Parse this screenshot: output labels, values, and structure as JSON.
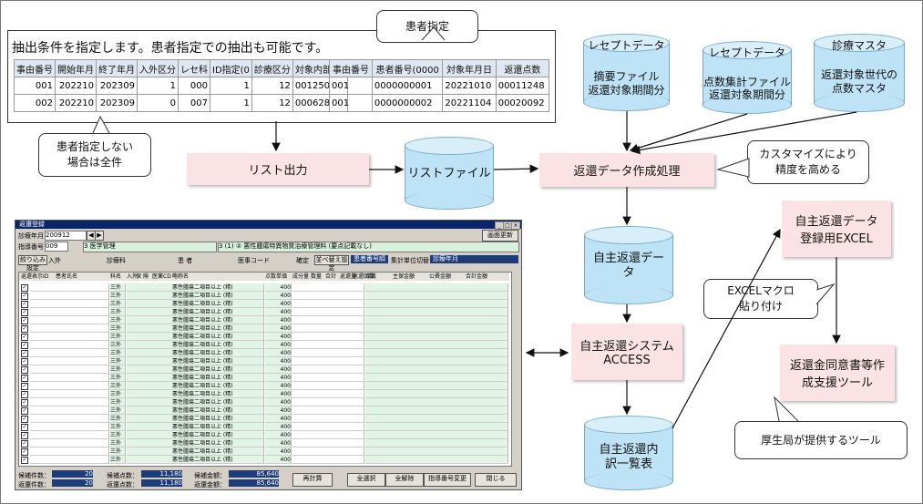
{
  "criteria": {
    "title": "抽出条件を指定します。患者指定での抽出も可能です。",
    "headers": [
      "事由番号",
      "開始年月",
      "終了年月",
      "入外区分",
      "レセ科",
      "ID指定(0",
      "診療区分",
      "対象内部CD"
    ],
    "rows": [
      [
        "001",
        "202210",
        "202309",
        "1",
        "000",
        "1",
        "12",
        "001250"
      ],
      [
        "002",
        "202210",
        "202309",
        "0",
        "007",
        "1",
        "12",
        "000628"
      ]
    ]
  },
  "patient": {
    "callout": "患者指定",
    "headers": [
      "事由番号",
      "患者番号(0000",
      "対象年月日",
      "返還点数"
    ],
    "rows": [
      [
        "001",
        "0000000001",
        "20221010",
        "00011248"
      ],
      [
        "001",
        "0000000002",
        "20221104",
        "00020092"
      ]
    ]
  },
  "callouts": {
    "no_patient_l1": "患者指定しない",
    "no_patient_l2": "場合は全件",
    "customize_l1": "カスタマイズにより",
    "customize_l2": "精度を高める",
    "excel_macro_l1": "EXCELマクロ",
    "excel_macro_l2": "貼り付け",
    "mhlw_tool": "厚生局が提供するツール"
  },
  "cylinders": {
    "rece1_title": "レセプトデータ",
    "rece1_l1": "摘要ファイル",
    "rece1_l2": "返還対象期間分",
    "rece2_title": "レセプトデータ",
    "rece2_l1": "点数集計ファイル",
    "rece2_l2": "返還対象期間分",
    "master_title": "診療マスタ",
    "master_l1": "返還対象世代の",
    "master_l2": "点数マスタ",
    "listfile": "リストファイル",
    "selfdata_l1": "自主返還デー",
    "selfdata_l2": "タ",
    "breakdown_l1": "自主返還内",
    "breakdown_l2": "訳一覧表"
  },
  "processes": {
    "list_output": "リスト出力",
    "create_refund": "返還データ作成処理",
    "access_l1": "自主返還システム",
    "access_l2": "ACCESS",
    "excel_l1": "自主返還データ",
    "excel_l2": "登録用EXCEL",
    "support_l1": "返還金同意書等作",
    "support_l2": "成支援ツール"
  },
  "app": {
    "title": "返還登録",
    "month_label": "診療年月",
    "month_value": "200912",
    "refresh_btn": "画面更新",
    "guidance_label": "指導番号",
    "guidance_value": "009",
    "guidance_item": "3 医学管理",
    "guidance_detail": "3 (1) ② 悪性腫瘍特異物質治療管理料 (要点記載なし)",
    "filter_btn": "絞り込み設定",
    "filter_inout": "入外",
    "filter_dept": "診療科",
    "filter_patient": "患 者",
    "filter_code": "医事コード",
    "filter_confirm": "確定",
    "sort_btn": "並べ替え設定",
    "sort_value": "患者番号順",
    "unit_label": "集計単位切替",
    "unit_value": "診療年月",
    "col_headers": [
      "返還表示ID",
      "患者氏名",
      "科名",
      "入外",
      "保",
      "険",
      "医薬CD",
      "略称名",
      "点数単価",
      "成分量",
      "数量",
      "合計",
      "返還量",
      "返還回数",
      "点数",
      "主保金額",
      "公費金額",
      "合計金額"
    ],
    "row_dept": "三外",
    "row_name": "悪性腫瘍二項目以上 (精)",
    "row_pt": "400",
    "status_left": [
      "候補件数：",
      "返還件数："
    ],
    "status_left_val": [
      "20",
      "20"
    ],
    "status_mid": [
      "候補点数：",
      "返還点数："
    ],
    "status_mid_val": [
      "11,180",
      "11,180"
    ],
    "status_right": [
      "候補金額：",
      "返還金額："
    ],
    "status_right_val": [
      "85,640",
      "85,640"
    ],
    "btns": [
      "再計算",
      "全選択",
      "全解除",
      "指導番号変更",
      "閉じる"
    ]
  }
}
